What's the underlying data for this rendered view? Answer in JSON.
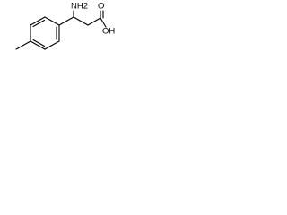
{
  "molecule": {
    "labels": {
      "amine": "NH2",
      "acid_oxygen": "O",
      "hydroxyl": "OH"
    },
    "colors": {
      "bonds": "#000000",
      "labels": "#000000",
      "background": "#ffffff"
    }
  }
}
